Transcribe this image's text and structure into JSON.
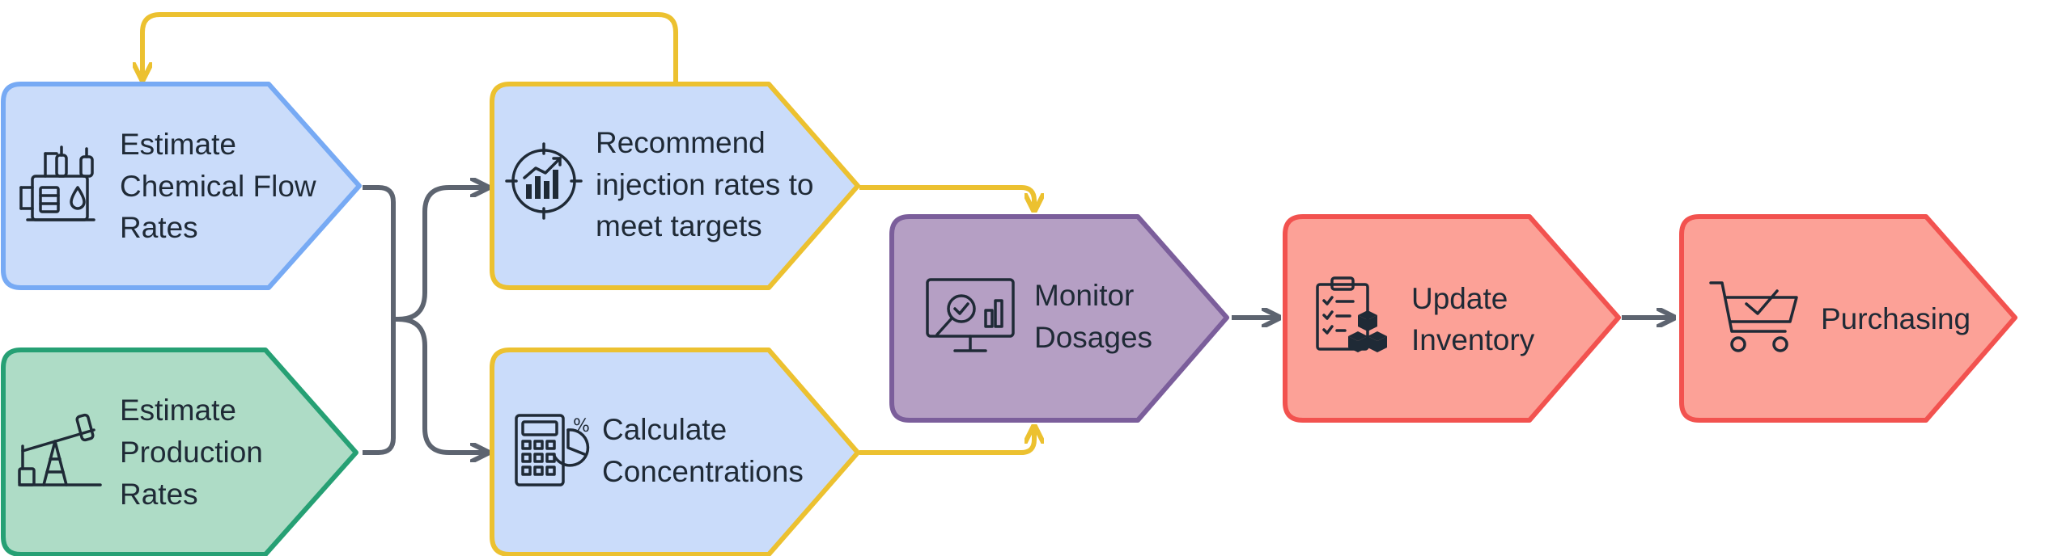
{
  "nodes": {
    "estimate_chemical": {
      "lines": [
        "Estimate",
        "Chemical Flow",
        "Rates"
      ],
      "fill": "#cadcfa",
      "stroke": "#77aaf4",
      "icon": "chemical-tanks-icon"
    },
    "estimate_production": {
      "lines": [
        "Estimate",
        "Production",
        "Rates"
      ],
      "fill": "#aedcc6",
      "stroke": "#26a074",
      "icon": "oil-pump-icon"
    },
    "recommend": {
      "lines": [
        "Recommend",
        "injection rates to",
        "meet targets"
      ],
      "fill": "#cadcfa",
      "stroke": "#ecc130",
      "icon": "target-chart-icon"
    },
    "calculate": {
      "lines": [
        "Calculate",
        "Concentrations"
      ],
      "fill": "#cadcfa",
      "stroke": "#ecc130",
      "icon": "calculator-percent-icon"
    },
    "monitor": {
      "lines": [
        "Monitor",
        "Dosages"
      ],
      "fill": "#b59fc4",
      "stroke": "#7b5e9b",
      "icon": "monitor-check-icon"
    },
    "update": {
      "lines": [
        "Update",
        "Inventory"
      ],
      "fill": "#fca197",
      "stroke": "#f2524f",
      "icon": "clipboard-boxes-icon"
    },
    "purchasing": {
      "lines": [
        "Purchasing"
      ],
      "fill": "#fca197",
      "stroke": "#f2524f",
      "icon": "shopping-cart-check-icon"
    }
  },
  "connector_colors": {
    "gray": "#5d6470",
    "yellow": "#ecc130"
  }
}
